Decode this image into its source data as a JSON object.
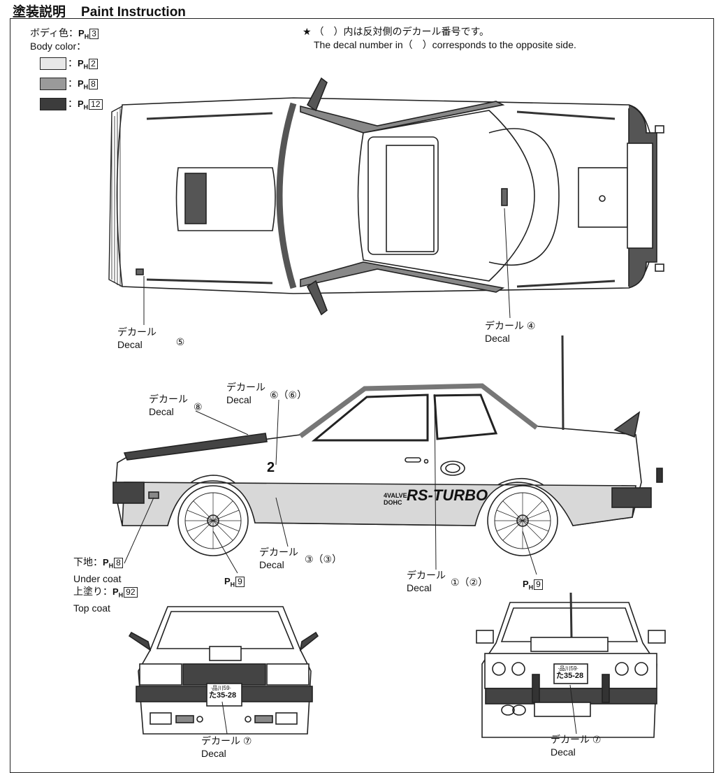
{
  "header": {
    "title_jp": "塗装説明",
    "title_en": "Paint Instruction"
  },
  "body_color": {
    "label_jp": "ボディ色：",
    "label_en": "Body color：",
    "code": "3",
    "ph": "P",
    "swatches": [
      {
        "code": "2",
        "color": "#e8e8e8"
      },
      {
        "code": "8",
        "color": "#9a9a9a"
      },
      {
        "code": "12",
        "color": "#3c3c3c"
      }
    ]
  },
  "note": {
    "star": "★",
    "jp": "（　）内は反対側のデカール番号です。",
    "en": "The decal number in（　）corresponds to the opposite side."
  },
  "decal_jp": "デカール",
  "decal_en": "Decal",
  "callouts": {
    "top5": "⑤",
    "top4": "④",
    "side8": "⑧",
    "side6": "⑥（⑥）",
    "side3": "③（③）",
    "side1": "①（②）",
    "front7": "⑦",
    "rear7": "⑦"
  },
  "under_coat": {
    "jp": "下地：",
    "en": "Under coat",
    "code": "8"
  },
  "top_coat": {
    "jp": "上塗り：",
    "en": "Top coat",
    "code": "92"
  },
  "wheel_code": "9",
  "car_text": {
    "number": "2",
    "brand_small": "4VALVE DOHC",
    "brand_big": "RS-TURBO",
    "plate_top": "·品川59·",
    "plate_num": "た35-28"
  }
}
